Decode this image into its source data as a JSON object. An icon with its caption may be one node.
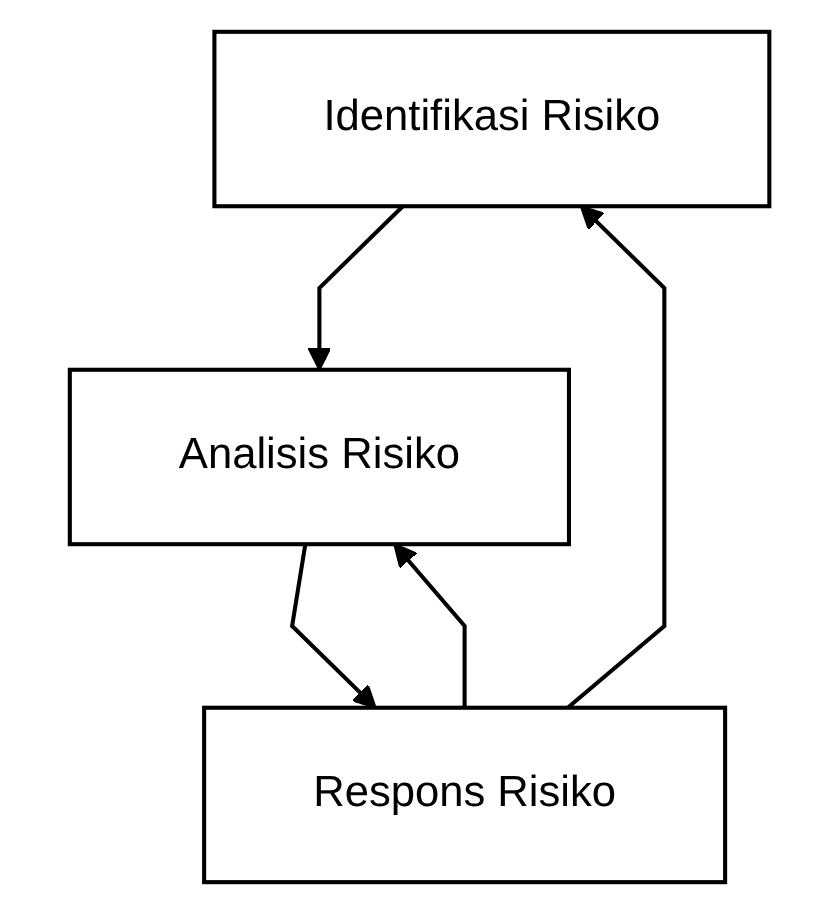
{
  "diagram": {
    "nodes": [
      {
        "text": [
          "Identifikasi Risiko"
        ]
      },
      {
        "text": [
          "Analisis Risiko"
        ]
      },
      {
        "text": [
          "Respons Risiko"
        ]
      }
    ],
    "edges": [
      {
        "from": 0,
        "to": 1,
        "arrow": "to"
      },
      {
        "from": 1,
        "to": 2,
        "arrow": "to"
      },
      {
        "from": 2,
        "to": 0,
        "arrow": "to"
      },
      {
        "from": 2,
        "to": 1,
        "arrow": "to"
      }
    ]
  }
}
